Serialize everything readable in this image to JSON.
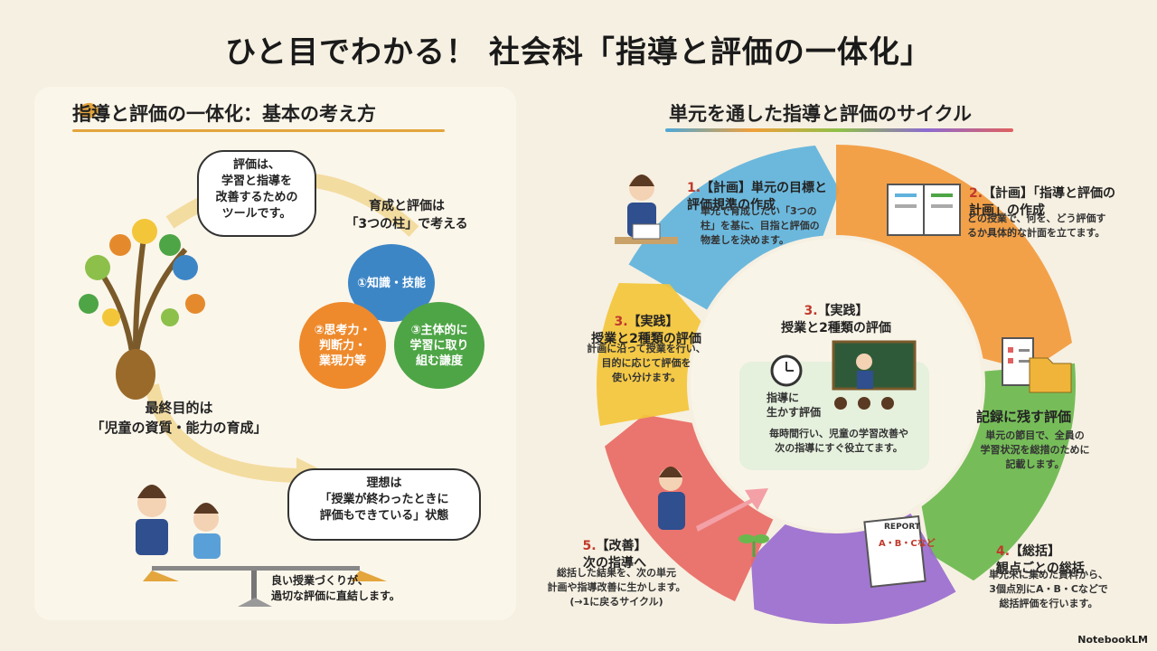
{
  "title": "ひと目でわかる！ 社会科「指導と評価の一体化」",
  "left": {
    "heading": "指導と評価の一体化：基本の考え方",
    "bubble_tool": "評価は、\n学習と指導を\n改善するための\nツールです。",
    "pillars_heading": "育成と評価は\n「3つの柱」で考える",
    "pillars": [
      {
        "label": "①知識・技能",
        "color": "#3d86c6"
      },
      {
        "label": "②思考力・\n判断力・\n業現力等",
        "color": "#ee8a2c"
      },
      {
        "label": "③主体的に\n学習に取り\n組む謙度",
        "color": "#4ea546"
      }
    ],
    "goal": "最終目的は\n「児童の資質・能力の育成」",
    "bubble_ideal": "理想は\n「授業が終わったときに\n評価もできている」状態",
    "note": "良い授業づくりが、\n過切な評価に直結します。"
  },
  "right": {
    "heading": "単元を通した指導と評価のサイクル",
    "stages": [
      {
        "num": "1.",
        "title": "【計画】単元の目標と\n評価規準の作成",
        "desc": "単元で育成したい「3つの\n柱」を基に、目指と評価の\n物差しを決めます。",
        "color": "#5fb3dc"
      },
      {
        "num": "2.",
        "title": "【計画】「指導と評価の\n計画」の作成",
        "desc": "どの授業で、何を、どう評価す\nるか具体的な計面を立てます。",
        "color": "#f29a3c"
      },
      {
        "num": "3.",
        "title": "【実践】\n授業と2種類の評価",
        "desc": "計画に沿って授業を行い、\n目的に応じて評価を\n使い分けます。",
        "color": "#f3c63a"
      },
      {
        "num": "4.",
        "title": "【総括】\n観点ごとの総括",
        "desc": "単元末に集めた資料から、\n3個点別にA・B・Cなどで\n総括評価を行います。",
        "color": "#9a6dcf"
      },
      {
        "num": "5.",
        "title": "【改善】\n次の指導へ",
        "desc": "総括した結果を、次の単元\n計画や指導改善に生かします。\n(→1に戻るサイクル)",
        "color": "#e86a64"
      }
    ],
    "record": {
      "title": "記録に残す評価",
      "desc": "単元の節目で、全員の\n学習状況を総措のために\n記載します。",
      "color": "#6ab84d"
    },
    "center": {
      "num": "3.",
      "title": "【実践】\n授業と2種類の評価",
      "guide": "指導に\n生かす評価",
      "desc": "毎時間行い、児童の学習改善や\n次の指導にすぐ役立てます。"
    },
    "report_label": "REPORT",
    "report_grades": "A・B・Cなど"
  },
  "logo": "NotebookLM"
}
